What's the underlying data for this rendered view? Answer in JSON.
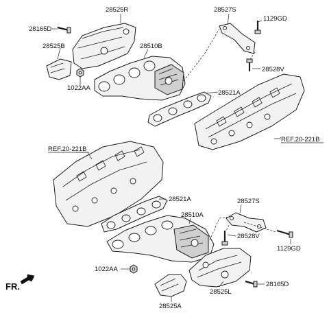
{
  "labels": {
    "p28525R": "28525R",
    "p28165D_top": "28165D",
    "p28525B": "28525B",
    "p28510B": "28510B",
    "p1022AA_top": "1022AA",
    "p28527S_top": "28527S",
    "p1129GD_top": "1129GD",
    "p28528V_top": "28528V",
    "p28521A_top": "28521A",
    "ref_right": "REF.20-221B",
    "ref_left": "REF.20-221B",
    "p28521A_bot": "28521A",
    "p28527S_bot": "28527S",
    "p28510A": "28510A",
    "p28528V_bot": "28528V",
    "p1129GD_bot": "1129GD",
    "p1022AA_bot": "1022AA",
    "p28165D_bot": "28165D",
    "p28525L": "28525L",
    "p28525A": "28525A",
    "front": "FR."
  },
  "icons": {
    "front_arrow": "arrow-icon"
  }
}
